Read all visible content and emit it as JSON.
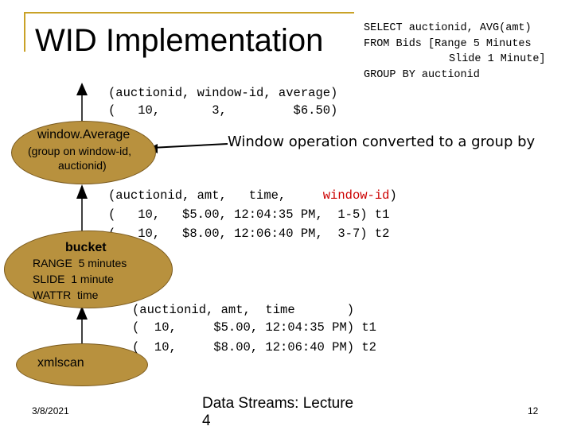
{
  "title": "WID Implementation",
  "sql": {
    "line1": "SELECT auctionid, AVG(amt)",
    "line2": "FROM Bids [Range 5 Minutes",
    "line3": "Slide 1 Minute]",
    "line4": "GROUP BY auctionid"
  },
  "output_tuple": {
    "header": "(auctionid, window-id, average)",
    "row1": "(   10,       3,         $6.50)"
  },
  "window_average": {
    "label": "window.Average",
    "sub1": "(group on window-id,",
    "sub2": "auctionid)"
  },
  "annotation": "Window operation converted to a group by",
  "bucket_tuples": {
    "header_prefix": "(auctionid, amt,   time,     ",
    "header_red": "window-id",
    "header_suffix": ")",
    "row1": "(   10,   $5.00, 12:04:35 PM,  1-5) t1",
    "row2": "(   10,   $8.00, 12:06:40 PM,  3-7) t2"
  },
  "bucket": {
    "label": "bucket",
    "line1": "RANGE  5 minutes",
    "line2": "SLIDE  1 minute",
    "line3": "WATTR  time"
  },
  "scan_tuples": {
    "header": "(auctionid, amt,  time       )",
    "row1": "(  10,     $5.00, 12:04:35 PM) t1",
    "row2": "(  10,     $8.00, 12:06:40 PM) t2"
  },
  "xmlscan": {
    "label": "xmlscan"
  },
  "footer": {
    "date": "3/8/2021",
    "center_line1": "Data Streams: Lecture",
    "center_line2": "4",
    "page": "12"
  },
  "colors": {
    "accent": "#c9a227",
    "oval_fill": "#b8913e",
    "highlight": "#cc0000"
  }
}
